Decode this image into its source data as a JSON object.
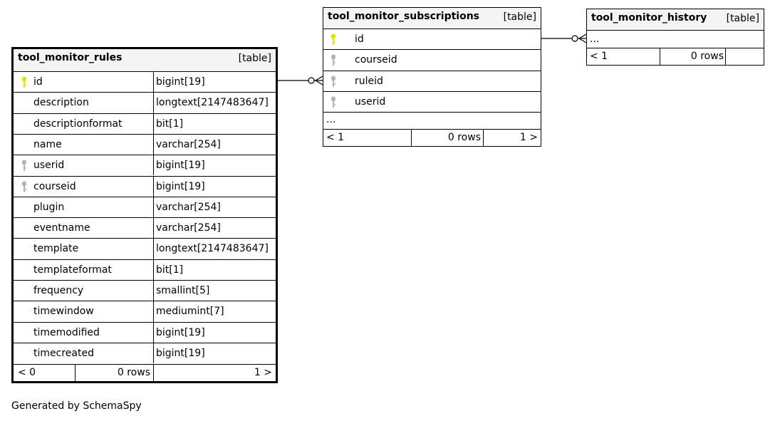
{
  "tables": {
    "rules": {
      "name": "tool_monitor_rules",
      "kind": "[table]",
      "columns": [
        {
          "name": "id",
          "type": "bigint[19]",
          "key": "primary"
        },
        {
          "name": "description",
          "type": "longtext[2147483647]",
          "key": "none"
        },
        {
          "name": "descriptionformat",
          "type": "bit[1]",
          "key": "none"
        },
        {
          "name": "name",
          "type": "varchar[254]",
          "key": "none"
        },
        {
          "name": "userid",
          "type": "bigint[19]",
          "key": "foreign"
        },
        {
          "name": "courseid",
          "type": "bigint[19]",
          "key": "foreign"
        },
        {
          "name": "plugin",
          "type": "varchar[254]",
          "key": "none"
        },
        {
          "name": "eventname",
          "type": "varchar[254]",
          "key": "none"
        },
        {
          "name": "template",
          "type": "longtext[2147483647]",
          "key": "none"
        },
        {
          "name": "templateformat",
          "type": "bit[1]",
          "key": "none"
        },
        {
          "name": "frequency",
          "type": "smallint[5]",
          "key": "none"
        },
        {
          "name": "timewindow",
          "type": "mediumint[7]",
          "key": "none"
        },
        {
          "name": "timemodified",
          "type": "bigint[19]",
          "key": "none"
        },
        {
          "name": "timecreated",
          "type": "bigint[19]",
          "key": "none"
        }
      ],
      "footer": {
        "parents": "< 0",
        "rows": "0 rows",
        "children": "1 >"
      }
    },
    "subscriptions": {
      "name": "tool_monitor_subscriptions",
      "kind": "[table]",
      "columns": [
        {
          "name": "id",
          "key": "primary"
        },
        {
          "name": "courseid",
          "key": "foreign"
        },
        {
          "name": "ruleid",
          "key": "foreign"
        },
        {
          "name": "userid",
          "key": "foreign"
        }
      ],
      "more": "...",
      "footer": {
        "parents": "< 1",
        "rows": "0 rows",
        "children": "1 >"
      }
    },
    "history": {
      "name": "tool_monitor_history",
      "kind": "[table]",
      "more": "...",
      "footer": {
        "parents": "< 1",
        "rows": "0 rows",
        "children": ""
      }
    }
  },
  "generated_by": "Generated by SchemaSpy",
  "colors": {
    "primary_key": "#e3e300",
    "foreign_key": "#b4b4b4",
    "header_bg": "#f4f4f4"
  }
}
